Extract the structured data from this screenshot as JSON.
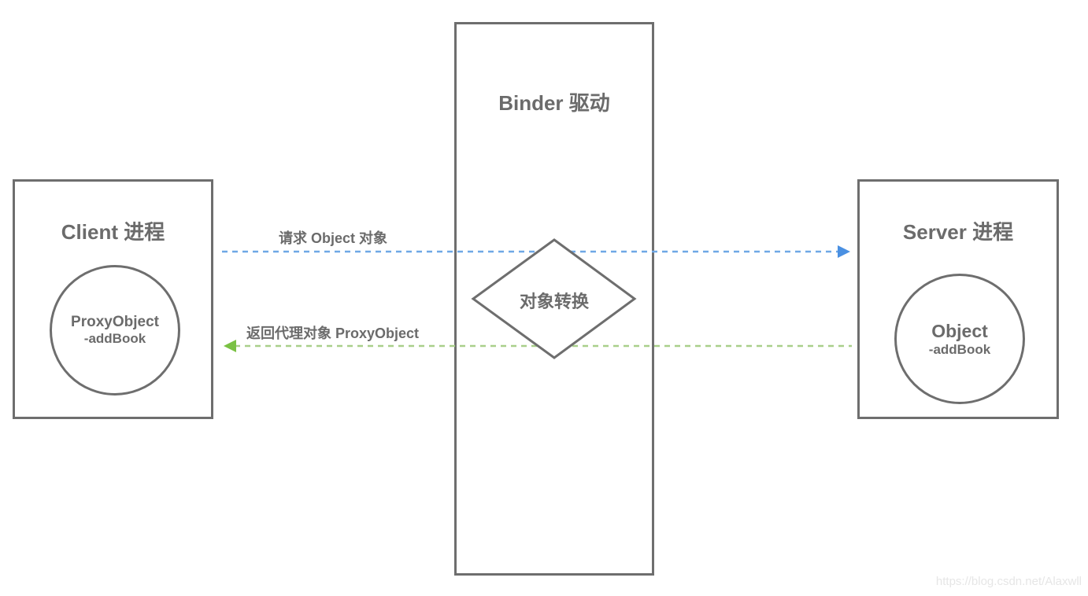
{
  "client": {
    "title": "Client 进程",
    "object_name": "ProxyObject",
    "object_method": "-addBook"
  },
  "binder": {
    "title": "Binder 驱动",
    "transform_label": "对象转换"
  },
  "server": {
    "title": "Server 进程",
    "object_name": "Object",
    "object_method": "-addBook"
  },
  "arrows": {
    "request": {
      "label": "请求 Object 对象",
      "color": "#4a90e2",
      "direction": "client-to-server"
    },
    "response": {
      "label": "返回代理对象 ProxyObject",
      "color": "#7ac143",
      "direction": "server-to-client"
    }
  },
  "watermark": "https://blog.csdn.net/Alaxwll"
}
